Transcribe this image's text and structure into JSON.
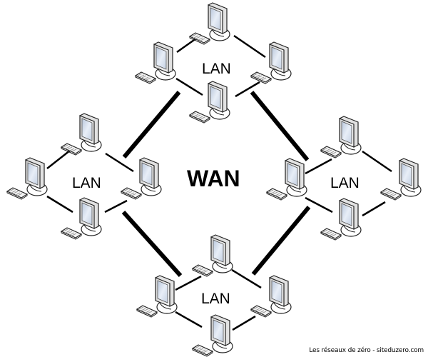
{
  "diagram": {
    "center_label": "WAN",
    "lans": [
      {
        "id": "top",
        "label": "LAN",
        "computers": 4
      },
      {
        "id": "left",
        "label": "LAN",
        "computers": 4
      },
      {
        "id": "right",
        "label": "LAN",
        "computers": 4
      },
      {
        "id": "bottom",
        "label": "LAN",
        "computers": 4
      }
    ],
    "wan_links": [
      {
        "from": "top",
        "to": "left"
      },
      {
        "from": "top",
        "to": "right"
      },
      {
        "from": "left",
        "to": "bottom"
      },
      {
        "from": "right",
        "to": "bottom"
      }
    ],
    "icon": "desktop-computer-icon"
  },
  "credit": "Les réseaux de zéro - siteduzero.com"
}
